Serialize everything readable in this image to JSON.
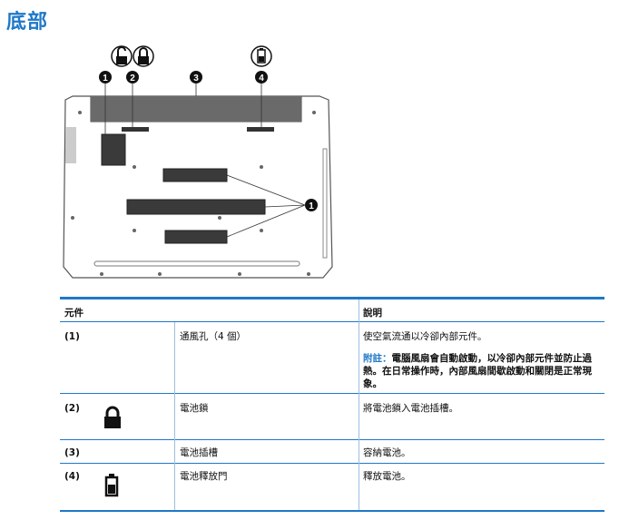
{
  "page": {
    "title": "底部"
  },
  "diagram": {
    "callouts": [
      "1",
      "2",
      "3",
      "4",
      "1"
    ]
  },
  "table": {
    "headers": {
      "component": "元件",
      "description": "說明"
    },
    "rows": [
      {
        "num": "(1)",
        "icon": "",
        "name": "通風孔（4 個）",
        "desc": "使空氣流通以冷卻內部元件。",
        "note_label": "附註：",
        "note_text": "電腦風扇會自動啟動，以冷卻內部元件並防止過熱。在日常操作時，內部風扇間歇啟動和關閉是正常現象。"
      },
      {
        "num": "(2)",
        "icon": "lock-icon",
        "name": "電池鎖",
        "desc": "將電池鎖入電池插槽。"
      },
      {
        "num": "(3)",
        "icon": "",
        "name": "電池插槽",
        "desc": "容納電池。"
      },
      {
        "num": "(4)",
        "icon": "battery-release-icon",
        "name": "電池釋放門",
        "desc": "釋放電池。"
      }
    ]
  },
  "colors": {
    "accent": "#1f78c8"
  }
}
